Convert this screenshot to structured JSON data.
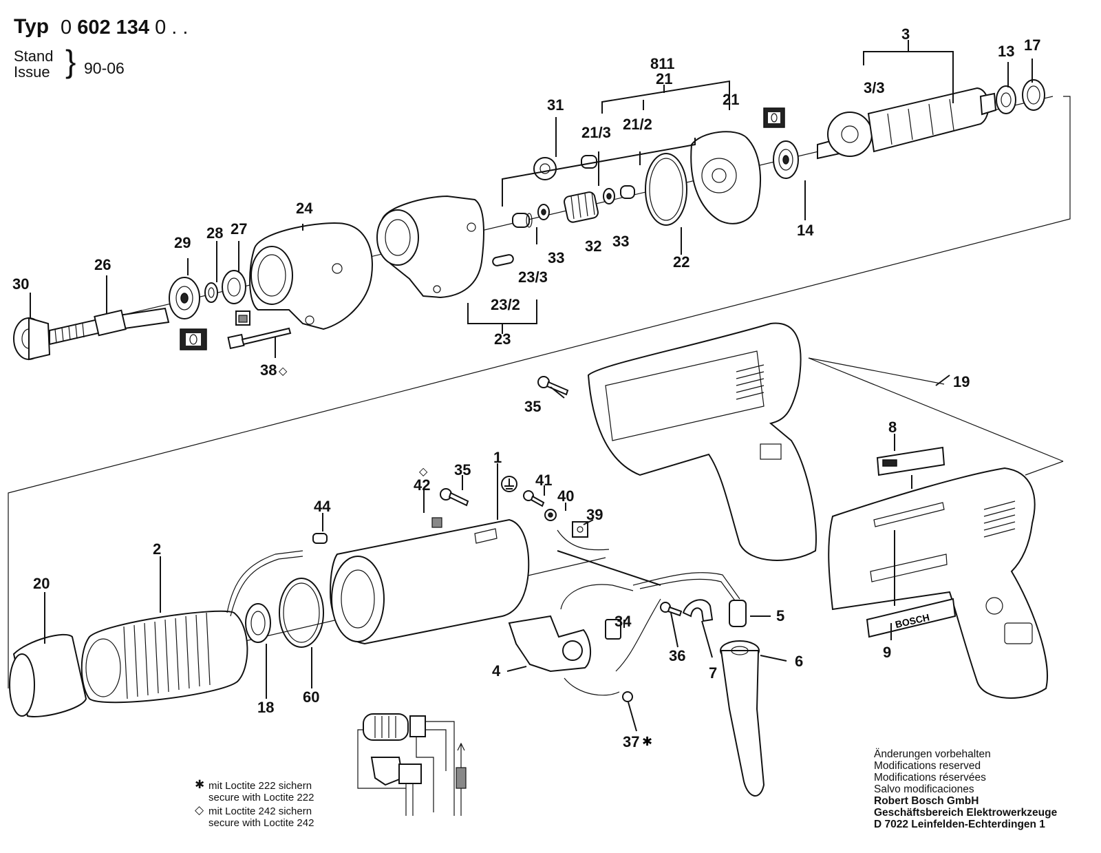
{
  "header": {
    "typ_label": "Typ",
    "typ_number_a": "0",
    "typ_number_b": "602",
    "typ_number_c": "134",
    "typ_number_d": "0 . .",
    "stand_label": "Stand",
    "issue_label": "Issue",
    "date": "90-06"
  },
  "callouts": {
    "c3": "3",
    "c13": "13",
    "c17": "17",
    "c811": "811",
    "c21a": "21",
    "c21b": "21",
    "c31": "31",
    "c21_3": "21/3",
    "c21_2": "21/2",
    "c3_3": "3/3",
    "c14": "14",
    "c22": "22",
    "c33a": "33",
    "c33b": "33",
    "c32": "32",
    "c23_3": "23/3",
    "c23_2": "23/2",
    "c23": "23",
    "c24": "24",
    "c29": "29",
    "c28": "28",
    "c27": "27",
    "c26": "26",
    "c30": "30",
    "c38": "38",
    "c19": "19",
    "c35a": "35",
    "c35b": "35",
    "c8": "8",
    "c42": "42",
    "c1": "1",
    "c41": "41",
    "c40": "40",
    "c39": "39",
    "c44": "44",
    "c2": "2",
    "c20": "20",
    "c18": "18",
    "c60": "60",
    "c34": "34",
    "c5": "5",
    "c36": "36",
    "c7": "7",
    "c6": "6",
    "c4": "4",
    "c9": "9",
    "c37": "37"
  },
  "symbols": {
    "star": "✱",
    "diamond": "◇"
  },
  "loctite": {
    "line1_de": "mit Loctite 222 sichern",
    "line1_en": "secure with Loctite 222",
    "line2_de": "mit Loctite 242 sichern",
    "line2_en": "secure with Loctite 242"
  },
  "notes": {
    "de": "Änderungen vorbehalten",
    "en": "Modifications reserved",
    "fr": "Modifications réservées",
    "es": "Salvo modificaciones",
    "company": "Robert Bosch GmbH",
    "division": "Geschäftsbereich Elektrowerkzeuge",
    "address": "D 7022 Leinfelden-Echterdingen 1"
  },
  "logo_text": "BOSCH"
}
